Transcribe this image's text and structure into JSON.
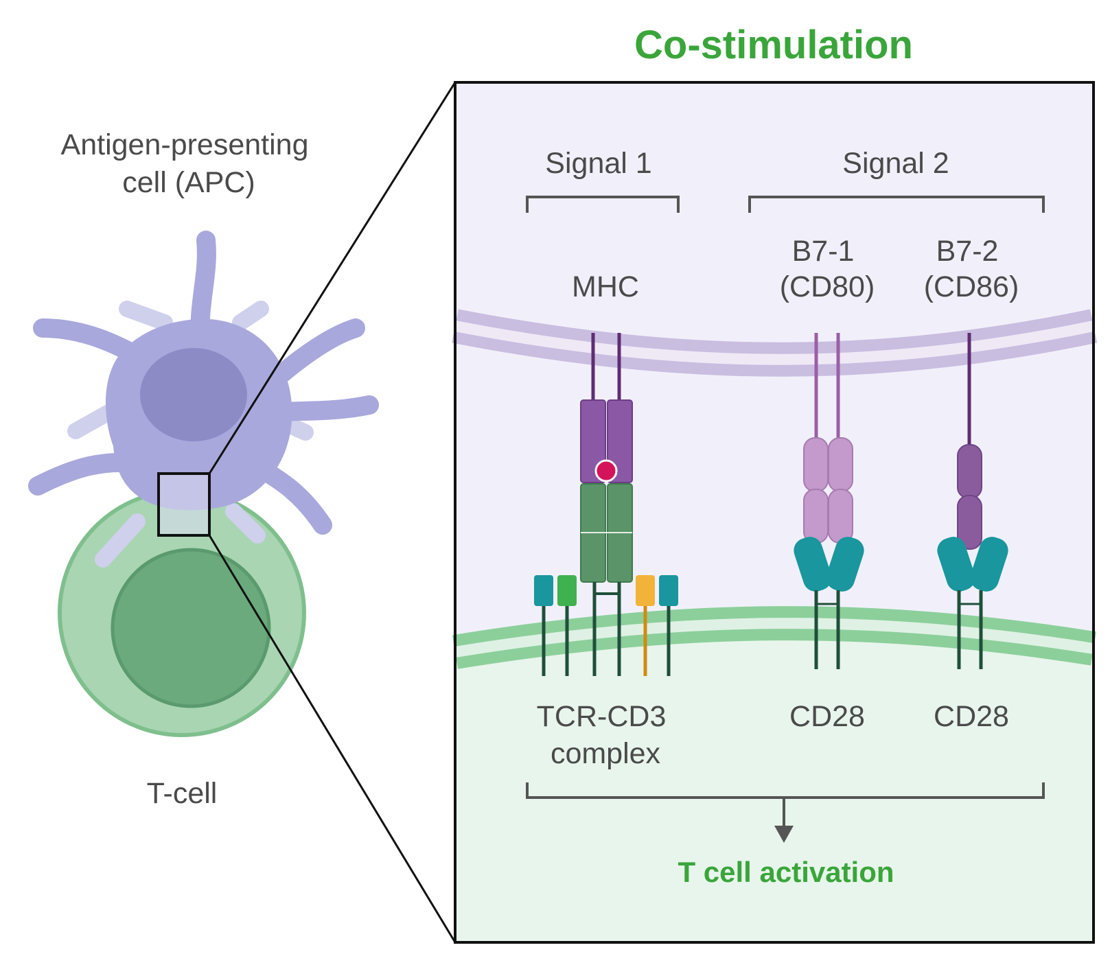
{
  "title": "Co-stimulation",
  "apc_label": {
    "line1": "Antigen-presenting",
    "line2": "cell (APC)"
  },
  "tcell_label": "T-cell",
  "signal1_label": "Signal 1",
  "signal2_label": "Signal 2",
  "mhc_label": "MHC",
  "b71_label": {
    "line1": "B7-1",
    "line2": "(CD80)"
  },
  "b72_label": {
    "line1": "B7-2",
    "line2": "(CD86)"
  },
  "tcr_label": {
    "line1": "TCR-CD3",
    "line2": "complex"
  },
  "cd28_label_1": "CD28",
  "cd28_label_2": "CD28",
  "activation_label": "T cell activation",
  "colors": {
    "accent_green": "#3aa53a",
    "apc_purple": "#a9a8dc",
    "tcell_green": "#8ec79a",
    "mhc_purple": "#8a58a5",
    "cd3_green": "#5a9468",
    "b71_pink": "#c39acb",
    "b72_purple": "#8a5c9e",
    "cd28_teal": "#19969e",
    "antigen_red": "#d4145a",
    "cd3_yellow": "#f2b33a"
  },
  "icons": [
    "apc-cell-icon",
    "t-cell-icon",
    "mhc-molecule-icon",
    "tcr-icon",
    "b7-1-icon",
    "b7-2-icon",
    "cd28-icon"
  ]
}
